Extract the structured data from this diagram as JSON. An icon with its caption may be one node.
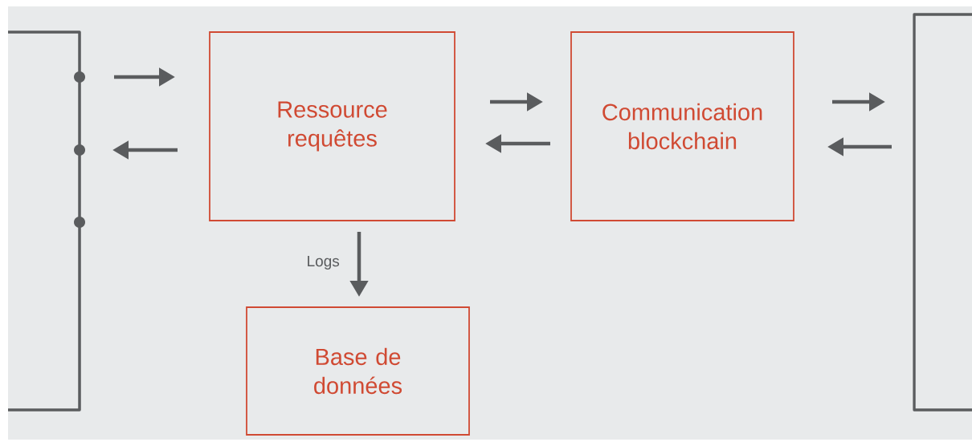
{
  "diagram": {
    "nodes": [
      {
        "text": [],
        "shape": "bar"
      },
      {
        "text": [
          "Ressource requêtes"
        ]
      },
      {
        "text": [
          "Communication blockchain"
        ]
      },
      {
        "text": [],
        "shape": "bar"
      },
      {
        "text": [
          "Base de données"
        ]
      }
    ],
    "edges": [
      {
        "from": 0,
        "to": 1,
        "arrow": "to"
      },
      {
        "from": 1,
        "to": 0,
        "arrow": "to"
      },
      {
        "from": 1,
        "to": 2,
        "arrow": "to"
      },
      {
        "from": 2,
        "to": 1,
        "arrow": "to"
      },
      {
        "from": 2,
        "to": 3,
        "arrow": "to"
      },
      {
        "from": 3,
        "to": 2,
        "arrow": "to"
      },
      {
        "from": 1,
        "to": 4,
        "arrow": "to",
        "label": "Logs"
      }
    ]
  }
}
